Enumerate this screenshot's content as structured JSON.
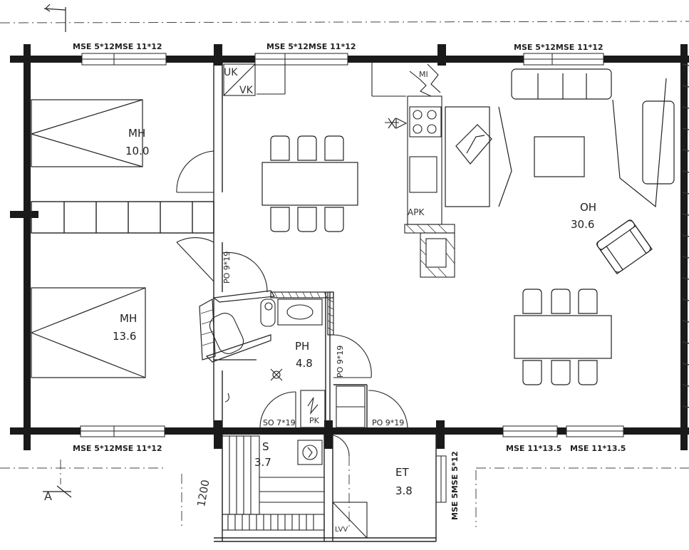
{
  "rooms": {
    "mh_top": {
      "name": "MH",
      "area": "10.0"
    },
    "mh_bottom": {
      "name": "MH",
      "area": "13.6"
    },
    "oh": {
      "name": "OH",
      "area": "30.6"
    },
    "ph": {
      "name": "PH",
      "area": "4.8"
    },
    "s": {
      "name": "S",
      "area": "3.7"
    },
    "et": {
      "name": "ET",
      "area": "3.8"
    }
  },
  "windows": {
    "top_left": "MSE 5*12MSE 11*12",
    "top_mid": "MSE 5*12MSE 11*12",
    "top_right": "MSE 5*12MSE 11*12",
    "bottom_left": "MSE 5*12MSE 11*12",
    "bottom_right_1": "MSE 11*13.5",
    "bottom_right_2": "MSE 11*13.5",
    "et_side": "MSE 5MSE 5*12"
  },
  "doors": {
    "po_hall": "PO 9*19",
    "po_ph": "PO 9*19",
    "po_et": "PO 9*19",
    "so": "SO 7*19"
  },
  "fixtures": {
    "uk": "UK",
    "vk": "VK",
    "mi": "MI",
    "apk": "APK",
    "pk": "PK",
    "lvv": "LVV"
  },
  "annotations": {
    "section_a": "A",
    "dim_1200": "1200"
  }
}
